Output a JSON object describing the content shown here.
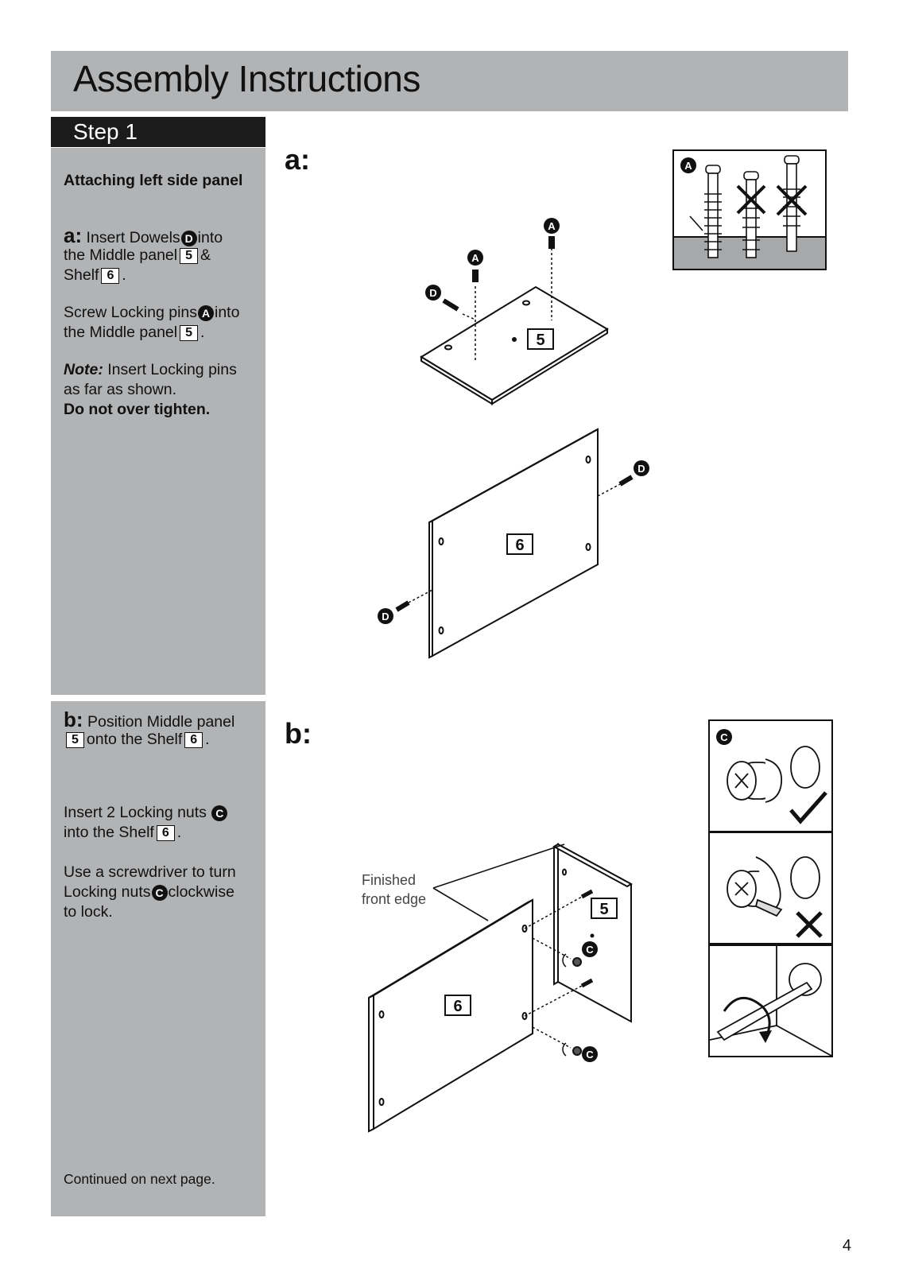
{
  "page": {
    "title": "Assembly Instructions",
    "page_number": "4"
  },
  "step": {
    "label": "Step 1"
  },
  "section_a": {
    "label": "a:",
    "heading": "Attaching left side panel",
    "prefix": "a:",
    "l1a": "Insert Dowels",
    "l1b": "into",
    "l2": "the Middle panel",
    "l2b": "&",
    "l3": "Shelf",
    "l3b": ".",
    "p2a": "Screw Locking pins",
    "p2b": "into",
    "p2c": "the Middle panel",
    "p2d": ".",
    "note_label": "Note:",
    "note1": "Insert Locking pins",
    "note2": "as far as shown.",
    "warning": "Do not over tighten."
  },
  "section_b": {
    "label": "b:",
    "prefix": "b:",
    "l1": "Position Middle panel",
    "l2": "onto the Shelf",
    "l2b": ".",
    "p2a": "Insert 2 Locking nuts",
    "p2b": "into the Shelf",
    "p2c": ".",
    "p3a": "Use a screwdriver to turn",
    "p3b": "Locking nuts",
    "p3c": "clockwise",
    "p3d": "to lock.",
    "continued": "Continued on next page.",
    "annotation_1": "Finished",
    "annotation_2": "front edge"
  },
  "parts": {
    "dowel": "D",
    "pin": "A",
    "nut": "C",
    "middle_panel": "5",
    "shelf": "6"
  }
}
